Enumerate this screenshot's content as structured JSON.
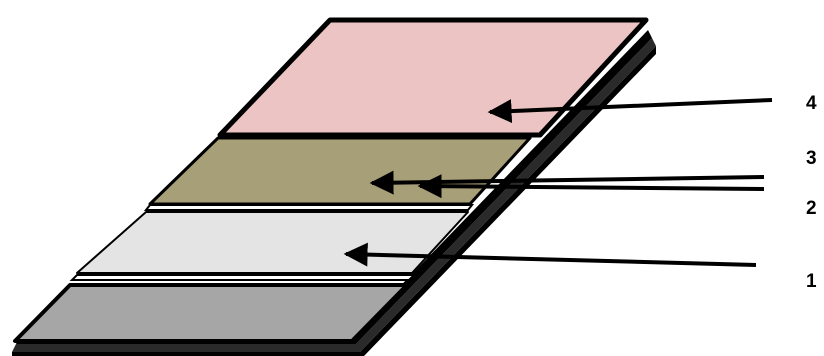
{
  "diagram": {
    "layers": [
      {
        "id": "base",
        "fill": "#a6a6a6"
      },
      {
        "id": "layer-1",
        "fill": "#e4e4e4"
      },
      {
        "id": "layer-3",
        "fill": "#a79f78"
      },
      {
        "id": "layer-4",
        "fill": "#ecc4c4"
      }
    ],
    "callouts": [
      {
        "label": "4"
      },
      {
        "label": "3"
      },
      {
        "label": "2"
      },
      {
        "label": "1"
      }
    ],
    "colors": {
      "outline": "#000000",
      "arrow": "#000000"
    }
  }
}
